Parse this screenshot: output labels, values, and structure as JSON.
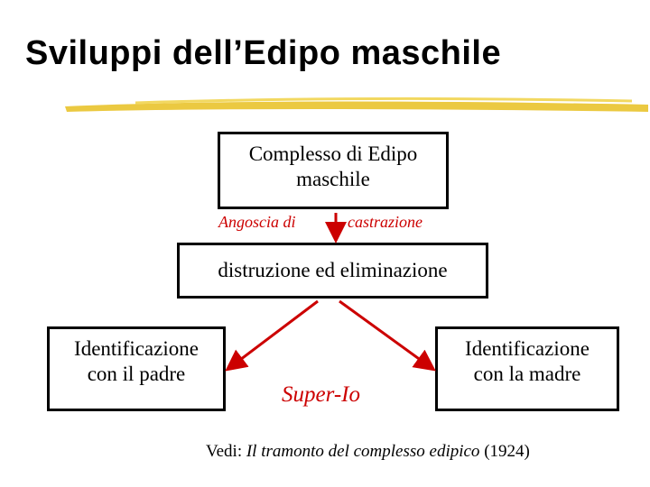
{
  "title": "Sviluppi dell’Edipo maschile",
  "colors": {
    "accent_underline": "#e8c020",
    "arrow": "#cc0000",
    "italic_labels": "#cc0000"
  },
  "boxes": {
    "complesso": {
      "line1": "Complesso di Edipo",
      "line2": "maschile"
    },
    "distruzione": {
      "line1": "distruzione ed eliminazione"
    },
    "identificazione_padre": {
      "line1": "Identificazione",
      "line2": "con il padre"
    },
    "identificazione_madre": {
      "line1": "Identificazione",
      "line2": "con la madre"
    }
  },
  "labels": {
    "angoscia": "Angoscia  di",
    "castrazione": "castrazione",
    "super_io": "Super-Io"
  },
  "footer": {
    "prefix": "Vedi: ",
    "work": "Il tramonto del complesso edipico",
    "year": " (1924)"
  }
}
